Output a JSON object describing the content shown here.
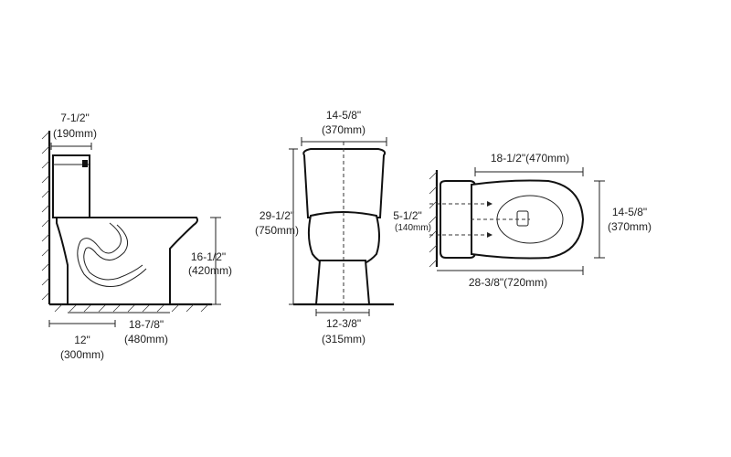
{
  "side_view": {
    "tank_depth_in": "7-1/2\"",
    "tank_depth_mm": "(190mm)",
    "height_in": "16-1/2\"",
    "height_mm": "(420mm)",
    "rough_in_in": "12\"",
    "rough_in_mm": "(300mm)",
    "base_depth_in": "18-7/8\"",
    "base_depth_mm": "(480mm)"
  },
  "front_view": {
    "width_in": "14-5/8\"",
    "width_mm": "(370mm)",
    "height_in": "29-1/2\"",
    "height_mm": "(750mm)",
    "base_width_in": "12-3/8\"",
    "base_width_mm": "(315mm)"
  },
  "top_view": {
    "bowl_length_in": "18-1/2\"",
    "bowl_length_mm": "(470mm)",
    "width_in": "14-5/8\"",
    "width_mm": "(370mm)",
    "hole_offset_in": "5-1/2\"",
    "hole_offset_mm": "(140mm)",
    "total_length_in": "28-3/8\"",
    "total_length_mm": "(720mm)"
  }
}
